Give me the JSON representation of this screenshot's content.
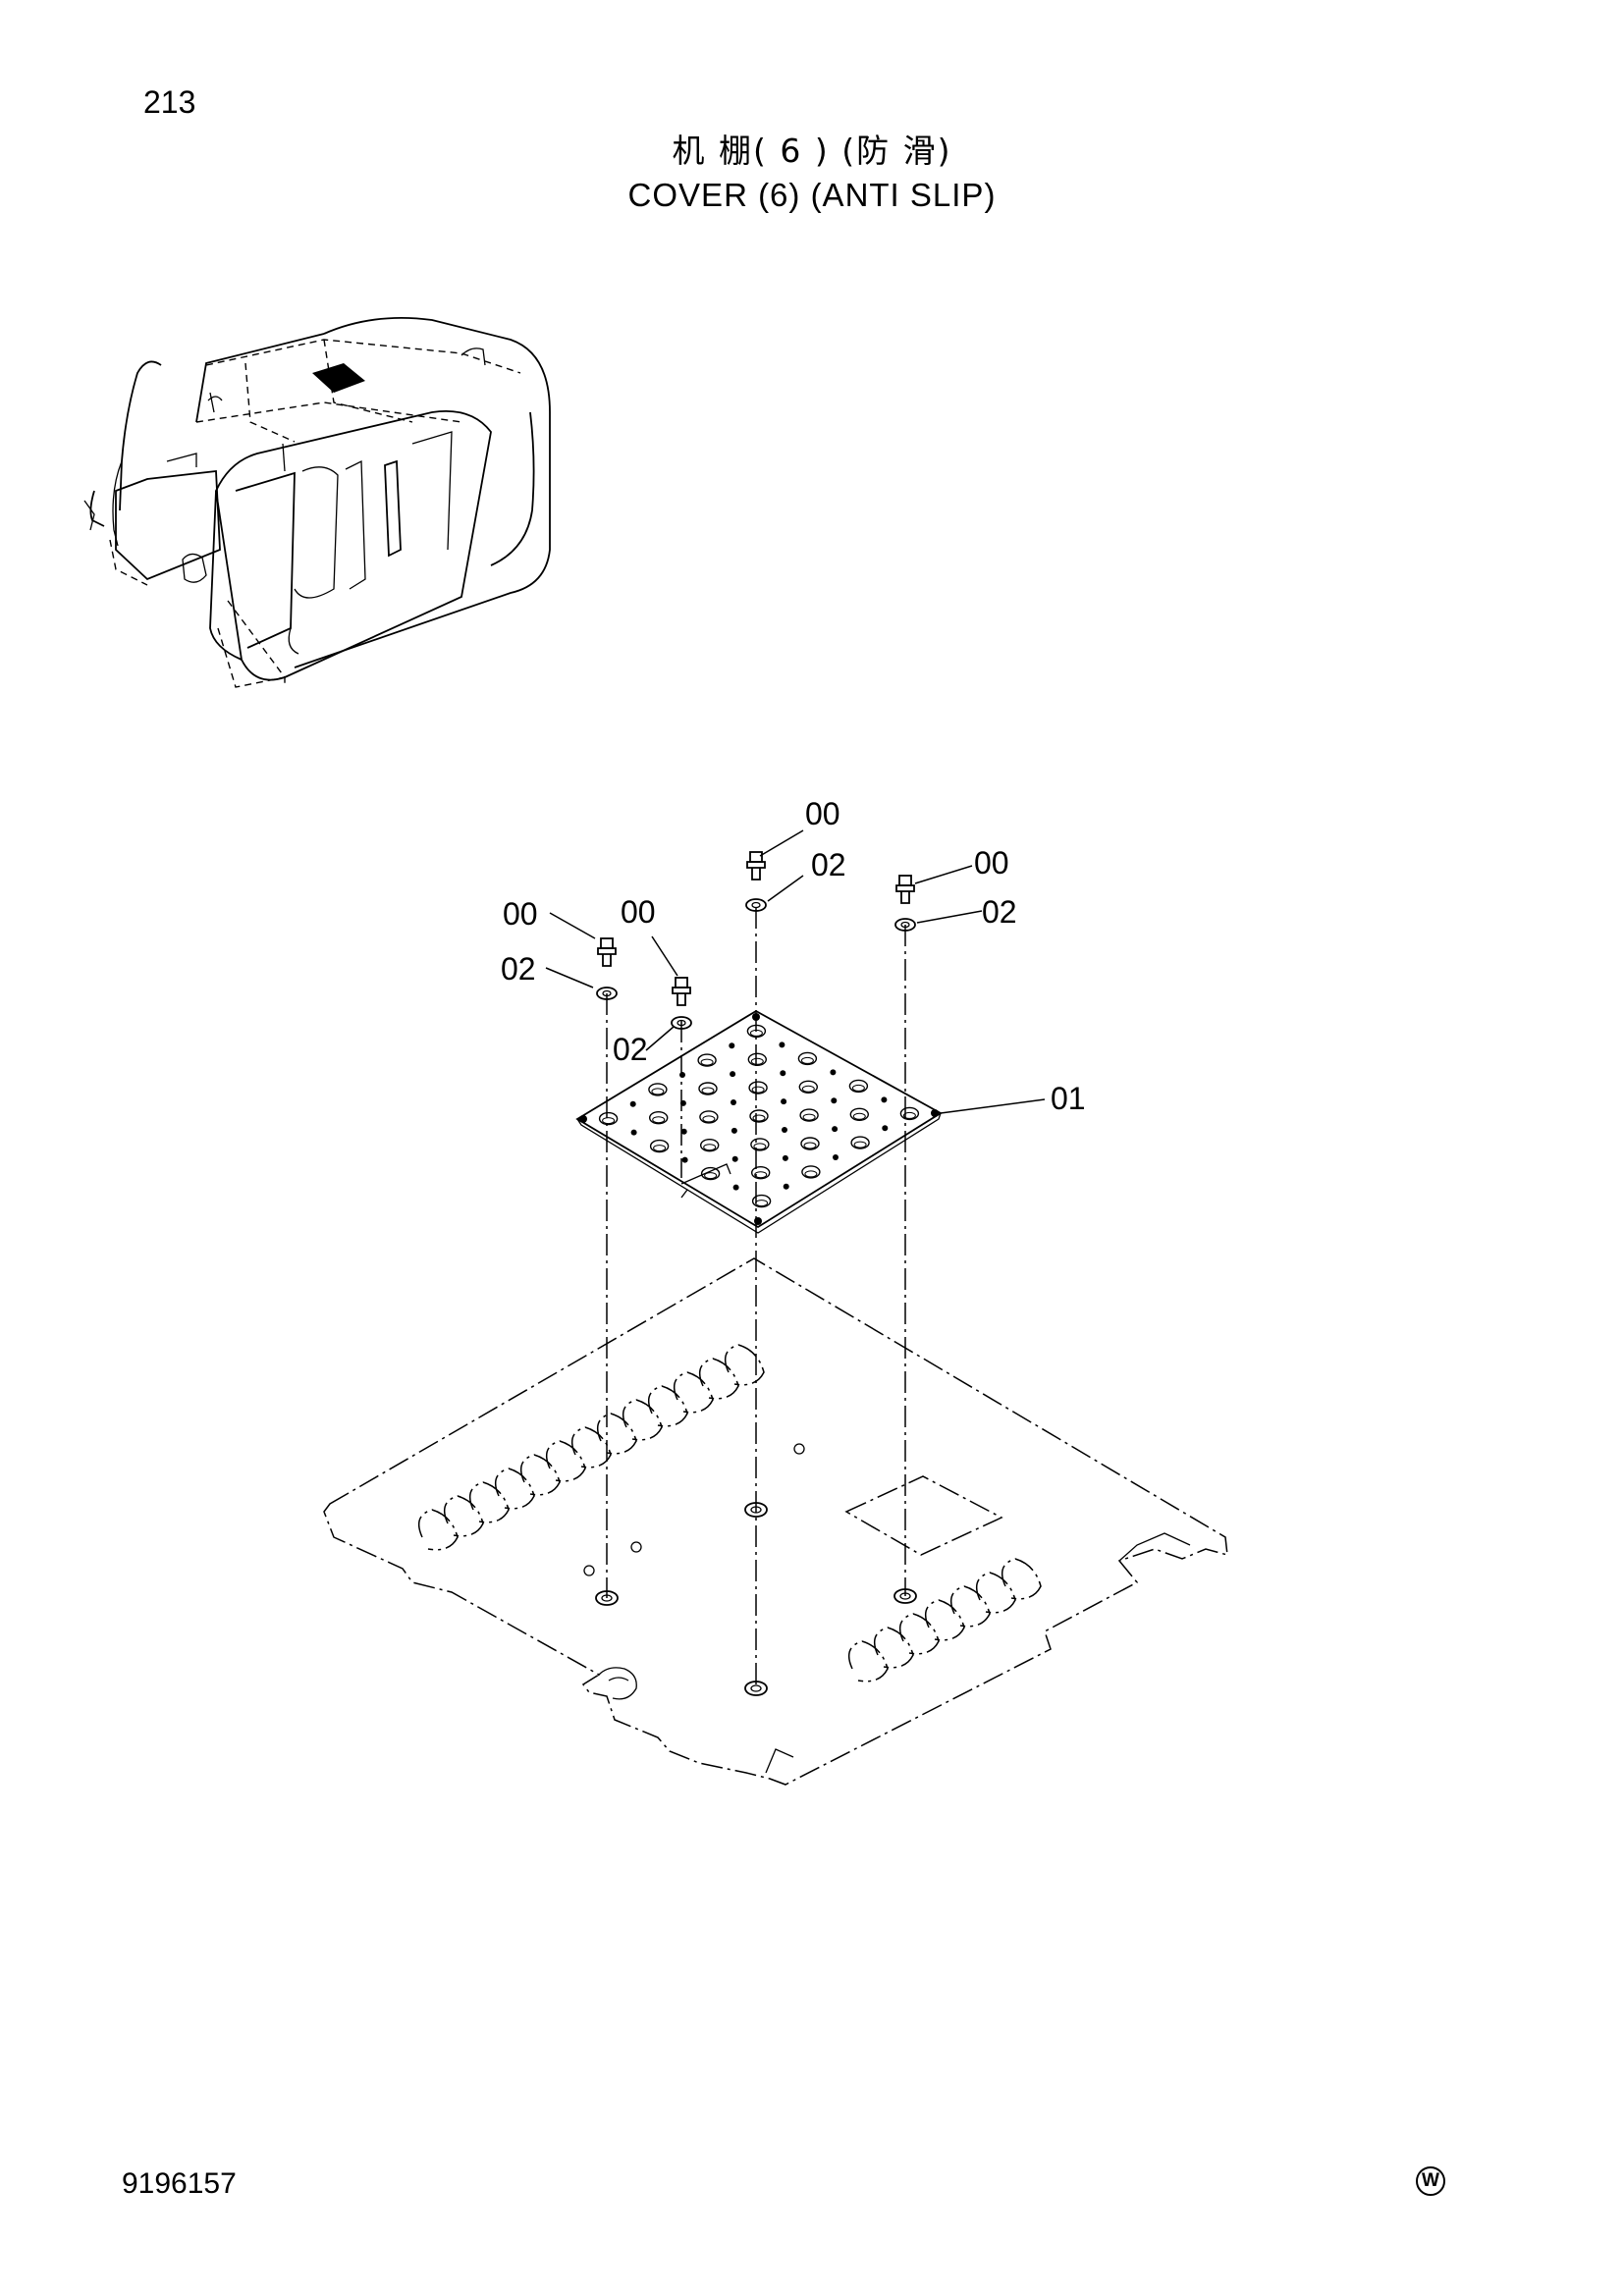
{
  "header": {
    "page_number": "213",
    "title_cn": "机 棚( 6 ) (防 滑)",
    "title_en": "COVER (6) (ANTI SLIP)"
  },
  "footer": {
    "doc_number": "9196157",
    "logo_letter": "W"
  },
  "callouts": {
    "bolt_left": "00",
    "washer_left": "02",
    "bolt_mid_left": "00",
    "washer_mid_left": "02",
    "bolt_center": "00",
    "washer_center": "02",
    "bolt_right": "00",
    "washer_right": "02",
    "plate": "01"
  },
  "colors": {
    "ink": "#000000",
    "paper": "#ffffff"
  }
}
